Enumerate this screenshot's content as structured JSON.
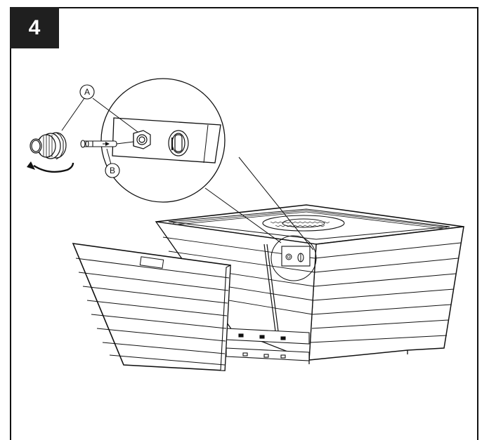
{
  "step": {
    "number": "4"
  },
  "callouts": {
    "a": "A",
    "b": "B"
  }
}
